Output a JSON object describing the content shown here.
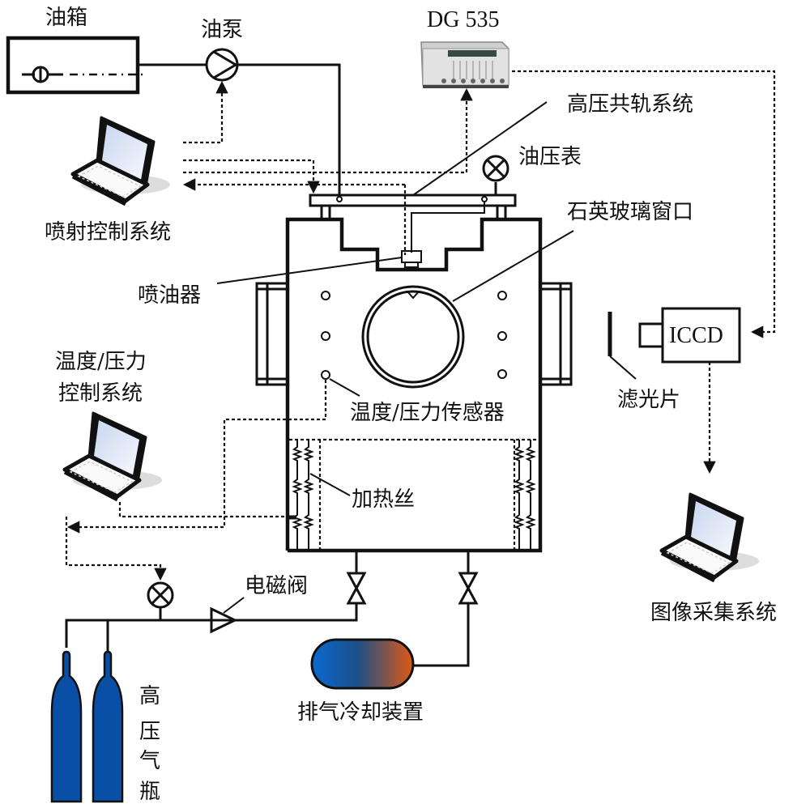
{
  "title": "Constant-volume combustion chamber experimental system schematic",
  "labels": {
    "oil_tank": "油箱",
    "oil_pump": "油泵",
    "dg535": "DG 535",
    "common_rail": "高压共轨系统",
    "oil_pressure_gauge": "油压表",
    "quartz_window": "石英玻璃窗口",
    "injection_control": "喷射控制系统",
    "injector": "喷油器",
    "temp_pressure_control_line1": "温度/压力",
    "temp_pressure_control_line2": "控制系统",
    "temp_pressure_sensor": "温度/压力传感器",
    "heating_wire": "加热丝",
    "iccd": "ICCD",
    "filter": "滤光片",
    "image_acquisition": "图像采集系统",
    "solenoid_valve": "电磁阀",
    "exhaust_cooling": "排气冷却装置",
    "gas_cylinder_chars": [
      "高",
      "压",
      "气",
      "瓶"
    ]
  },
  "colors": {
    "line": "#111111",
    "cylinder_blue": "#0a4fa6",
    "cooler_left": "#0a6ad0",
    "cooler_mid": "#1c4f8a",
    "cooler_right": "#e05a12",
    "laptop_screen": "#dfe7f7"
  }
}
